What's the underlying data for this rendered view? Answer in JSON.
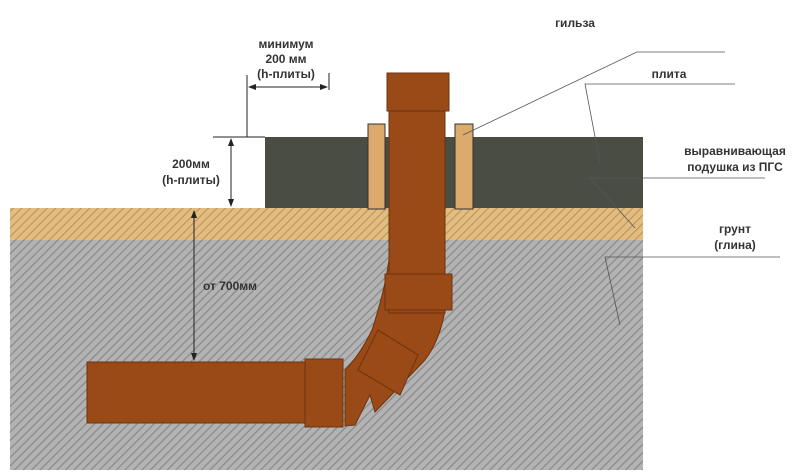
{
  "labels": {
    "sleeve": "гильза",
    "slab": "плита",
    "cushion_line1": "выравнивающая",
    "cushion_line2": "подушка из ПГС",
    "soil_line1": "грунт",
    "soil_line2": "(глина)",
    "min_line1": "минимум",
    "min_line2": "200 мм",
    "min_line3": "(h-плиты)",
    "slab_h_line1": "200мм",
    "slab_h_line2": "(h-плиты)",
    "depth": "от 700мм"
  },
  "colors": {
    "pipe": "#9a4a16",
    "pipe_edge": "#6e3310",
    "sleeve": "#dcaa6a",
    "slab": "#4a4d44",
    "sand": "#d8ae6e",
    "soil": "#a7a7a7"
  }
}
